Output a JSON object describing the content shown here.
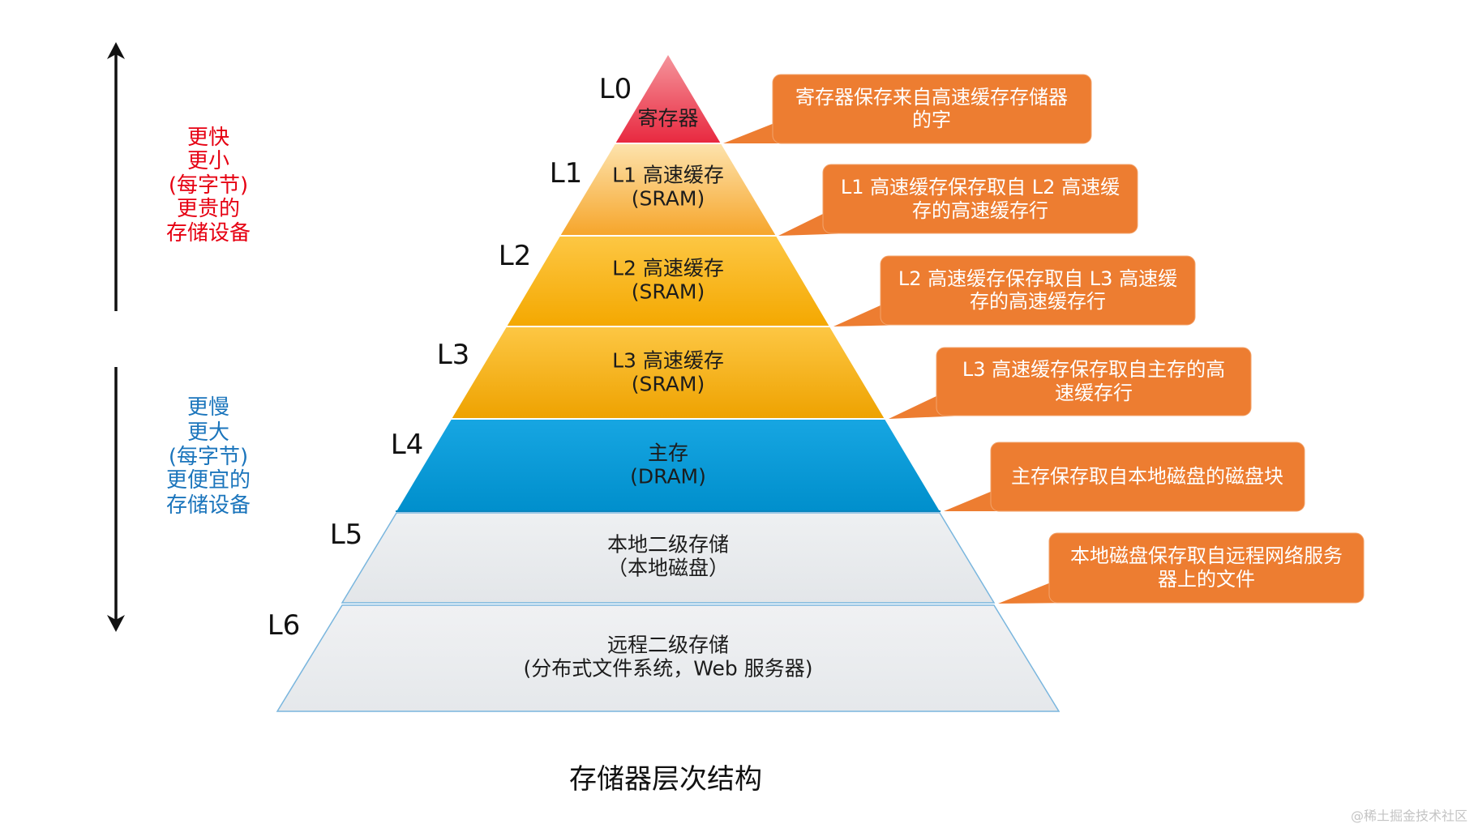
{
  "diagram": {
    "title": "存储器层次结构",
    "watermark": "@稀土掘金技术社区",
    "upper_side": {
      "color": "#e60012",
      "lines": [
        "更快",
        "更小",
        "(每字节)",
        "更贵的",
        "存储设备"
      ]
    },
    "lower_side": {
      "color": "#1b75bc",
      "lines": [
        "更慢",
        "更大",
        "(每字节)",
        "更便宜的",
        "存储设备"
      ]
    },
    "arrow_color": "#111111",
    "callout_color": "#ed7d31",
    "callout_border": "#f2a36b",
    "levels": [
      {
        "label": "L0",
        "text": [
          "寄存器"
        ],
        "note": [
          "寄存器保存来自高速缓存存储器",
          "的字"
        ],
        "fill": [
          "#f5969d",
          "#e8283f"
        ]
      },
      {
        "label": "L1",
        "text": [
          "L1 高速缓存",
          "(SRAM)"
        ],
        "note": [
          "L1 高速缓存保存取自 L2 高速缓",
          "存的高速缓存行"
        ],
        "fill": [
          "#fde3ad",
          "#f6a52a"
        ]
      },
      {
        "label": "L2",
        "text": [
          "L2 高速缓存",
          "(SRAM)"
        ],
        "note": [
          "L2 高速缓存保存取自 L3 高速缓",
          "存的高速缓存行"
        ],
        "fill": [
          "#fdc744",
          "#f4a800"
        ]
      },
      {
        "label": "L3",
        "text": [
          "L3 高速缓存",
          "(SRAM)"
        ],
        "note": [
          "L3 高速缓存保存取自主存的高",
          "速缓存行"
        ],
        "fill": [
          "#fdc744",
          "#eea200"
        ]
      },
      {
        "label": "L4",
        "text": [
          "主存",
          "(DRAM)"
        ],
        "note": [
          "主存保存取自本地磁盘的磁盘块"
        ],
        "fill": [
          "#17a6e2",
          "#008fcc"
        ]
      },
      {
        "label": "L5",
        "text": [
          "本地二级存储",
          "（本地磁盘）"
        ],
        "note": [
          "本地磁盘保存取自远程网络服务",
          "器上的文件"
        ],
        "fill": [
          "#eef0f2",
          "#e3e6e9"
        ]
      },
      {
        "label": "L6",
        "text": [
          "远程二级存储",
          "(分布式文件系统，Web 服务器)"
        ],
        "fill": [
          "#f0f1f3",
          "#e5e8eb"
        ]
      }
    ]
  }
}
